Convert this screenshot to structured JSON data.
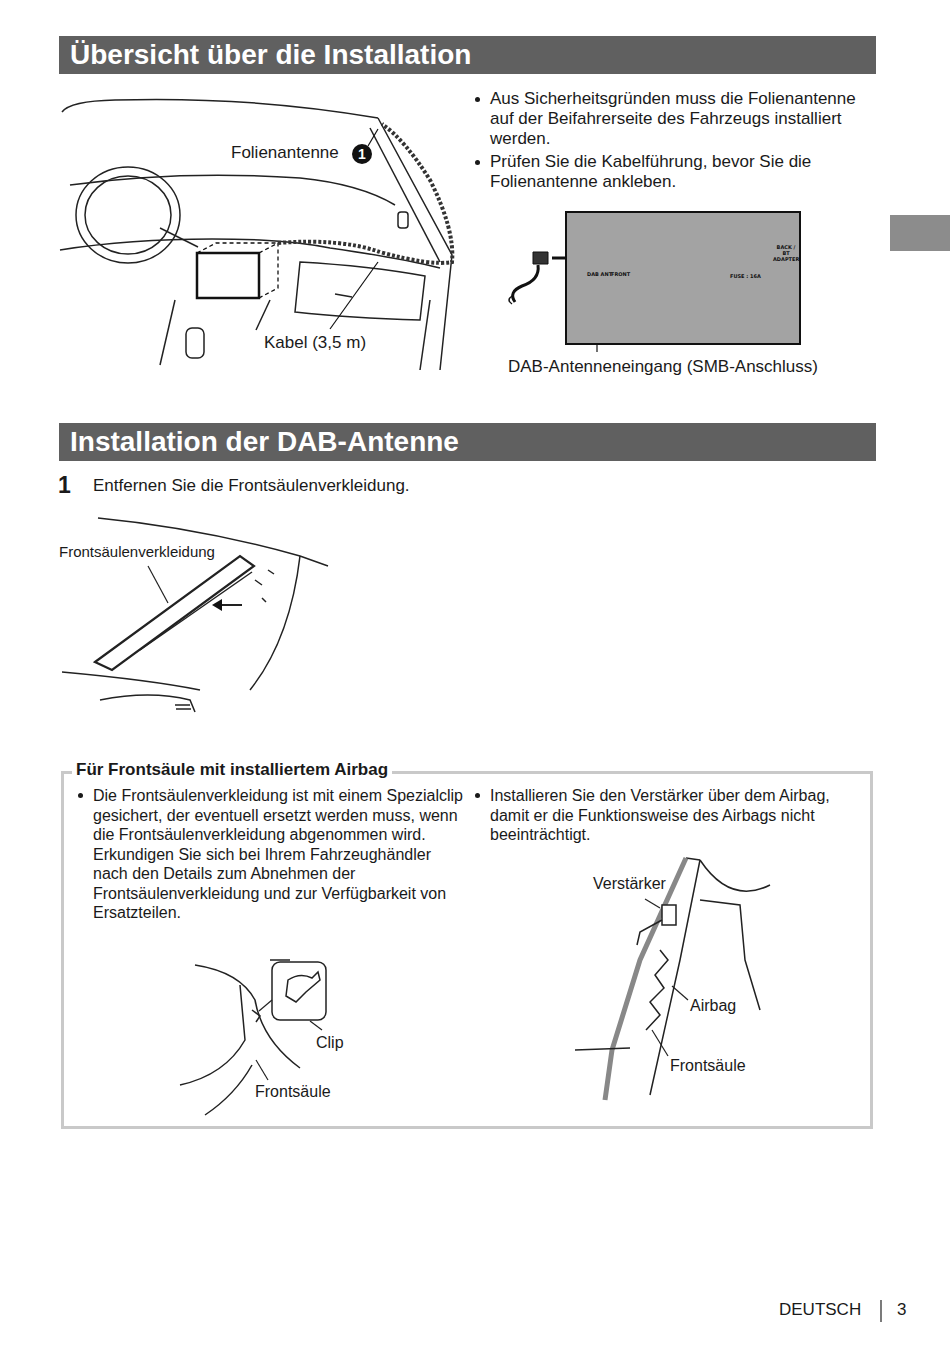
{
  "diagram": {
    "nodes": [
      {
        "text": [
          "Übersicht über die Installation"
        ]
      },
      {
        "text": [
          "1"
        ]
      },
      {
        "text": [
          "DAB ANT",
          "FRONT",
          "FUSE : 16A",
          "BACK / BT ADAPTER"
        ]
      },
      {
        "text": [
          "Installation der DAB-Antenne"
        ]
      },
      {
        "text": [
          "Für Frontsäule mit installiertem Airbag",
          "Die Frontsäulenverkleidung ist mit einem Spezialclip gesichert, der eventuell ersetzt werden muss, wenn die Frontsäulenverkleidung abgenommen wird. Erkundigen Sie sich bei Ihrem Fahrzeughändler nach den Details zum Abnehmen der Frontsäulenverkleidung und zur Verfügbarkeit von Ersatzteilen.",
          "Installieren Sie den Verstärker über dem Airbag, damit er die Funktionsweise des Airbags nicht beeinträchtigt."
        ]
      }
    ],
    "labels": [
      "Folienantenne",
      "Kabel (3,5 m)",
      "Aus Sicherheitsgründen muss die Folienantenne auf der Beifahrerseite des Fahrzeugs installiert werden.",
      "Prüfen Sie die Kabelführung, bevor Sie die Folienantenne ankleben.",
      "DAB-Antenneneingang (SMB-Anschluss)",
      "1",
      "Entfernen Sie die Frontsäulenverkleidung.",
      "Frontsäulenverkleidung",
      "Clip",
      "Frontsäule",
      "Verstärker",
      "Airbag",
      "Frontsäule",
      "DEUTSCH",
      "3"
    ]
  }
}
